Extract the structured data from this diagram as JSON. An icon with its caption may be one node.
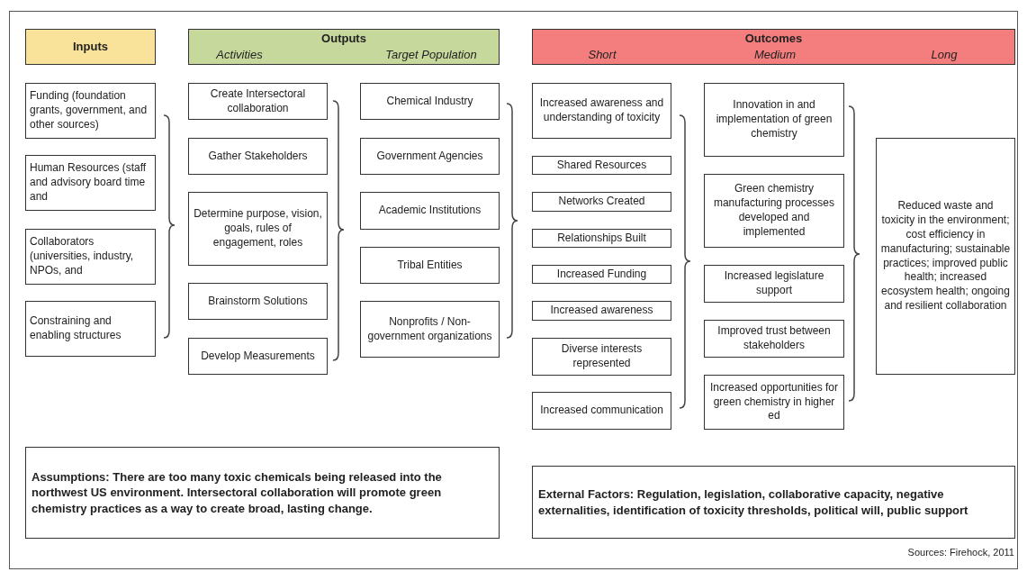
{
  "diagram": {
    "nodes": [
      {
        "text": [
          "Inputs"
        ]
      },
      {
        "text": [
          "Outputs",
          "Activities",
          "Target Population"
        ]
      },
      {
        "text": [
          "Outcomes",
          "Short",
          "Medium",
          "Long"
        ]
      },
      {
        "text": [
          "Funding (foundation grants, government, and other sources)"
        ]
      },
      {
        "text": [
          "Human Resources (staff and advisory board time and"
        ]
      },
      {
        "text": [
          "Collaborators (universities, industry, NPOs, and"
        ]
      },
      {
        "text": [
          "Constraining and enabling structures"
        ]
      },
      {
        "text": [
          "Create Intersectoral collaboration"
        ]
      },
      {
        "text": [
          "Gather Stakeholders"
        ]
      },
      {
        "text": [
          "Determine purpose, vision, goals, rules of engagement, roles"
        ]
      },
      {
        "text": [
          "Brainstorm Solutions"
        ]
      },
      {
        "text": [
          "Develop Measurements"
        ]
      },
      {
        "text": [
          "Chemical Industry"
        ]
      },
      {
        "text": [
          "Government Agencies"
        ]
      },
      {
        "text": [
          "Academic Institutions"
        ]
      },
      {
        "text": [
          "Tribal Entities"
        ]
      },
      {
        "text": [
          "Nonprofits / Non-government organizations"
        ]
      },
      {
        "text": [
          "Increased awareness and understanding of toxicity"
        ]
      },
      {
        "text": [
          "Shared Resources"
        ]
      },
      {
        "text": [
          "Networks Created"
        ]
      },
      {
        "text": [
          "Relationships Built"
        ]
      },
      {
        "text": [
          "Increased Funding"
        ]
      },
      {
        "text": [
          "Increased awareness"
        ]
      },
      {
        "text": [
          "Diverse interests represented"
        ]
      },
      {
        "text": [
          "Increased communication"
        ]
      },
      {
        "text": [
          "Innovation in and implementation of green chemistry"
        ]
      },
      {
        "text": [
          "Green chemistry manufacturing processes developed and implemented"
        ]
      },
      {
        "text": [
          "Increased legislature support"
        ]
      },
      {
        "text": [
          "Improved trust between stakeholders"
        ]
      },
      {
        "text": [
          "Increased opportunities for green chemistry in higher ed"
        ]
      },
      {
        "text": [
          "Reduced waste and toxicity in the environment; cost efficiency in manufacturing; sustainable practices; improved public health; increased ecosystem health; ongoing and resilient collaboration"
        ]
      },
      {
        "text": [
          "Assumptions: There are too many toxic chemicals being released into the northwest US environment. Intersectoral collaboration will promote green chemistry practices as a way to create broad, lasting change."
        ]
      },
      {
        "text": [
          "External Factors: Regulation, legislation, collaborative capacity, negative externalities, identification of toxicity thresholds, political will, public support"
        ]
      }
    ],
    "labels": [
      "Sources: Firehock, 2011"
    ]
  }
}
